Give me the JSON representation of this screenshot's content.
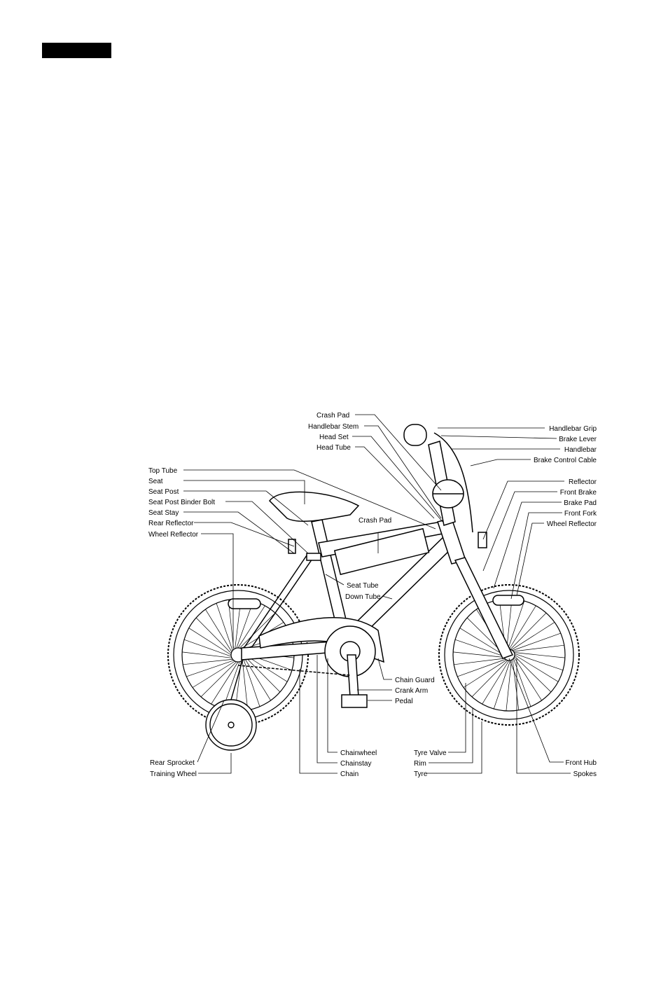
{
  "labels": {
    "left": [
      "Top Tube",
      "Seat",
      "Seat Post",
      "Seat Post Binder Bolt",
      "Seat Stay",
      "Rear Reflector",
      "Wheel Reflector"
    ],
    "top": [
      "Crash Pad",
      "Handlebar Stem",
      "Head Set",
      "Head Tube"
    ],
    "right": [
      "Handlebar Grip",
      "Brake Lever",
      "Handlebar",
      "Brake Control Cable",
      "Reflector",
      "Front Brake",
      "Brake Pad",
      "Front Fork",
      "Wheel Reflector"
    ],
    "middle": [
      "Crash Pad",
      "Seat Tube",
      "Down Tube"
    ],
    "lower_middle": [
      "Chain Guard",
      "Crank Arm",
      "Pedal"
    ],
    "bottom_left": [
      "Rear Sprocket",
      "Training Wheel"
    ],
    "bottom_center": [
      "Chainwheel",
      "Chainstay",
      "Chain"
    ],
    "bottom_right_inner": [
      "Tyre Valve",
      "Rim",
      "Tyre"
    ],
    "bottom_right_outer": [
      "Front Hub",
      "Spokes"
    ]
  }
}
